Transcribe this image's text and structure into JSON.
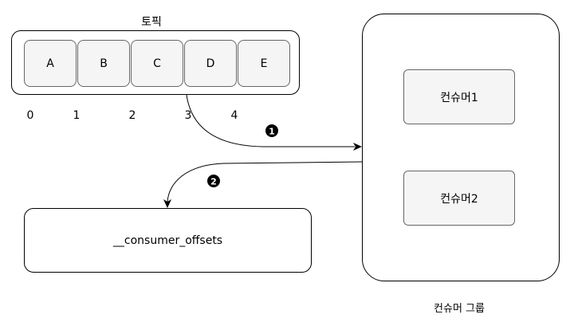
{
  "topic": {
    "title": "토픽",
    "messages": [
      "A",
      "B",
      "C",
      "D",
      "E"
    ],
    "offsets": [
      "0",
      "1",
      "2",
      "3",
      "4"
    ]
  },
  "consumer_group": {
    "label": "컨슈머 그룹",
    "consumers": [
      "컨슈머1",
      "컨슈머2"
    ]
  },
  "offsets_topic": {
    "label": "__consumer_offsets"
  },
  "steps": [
    "1",
    "2"
  ]
}
